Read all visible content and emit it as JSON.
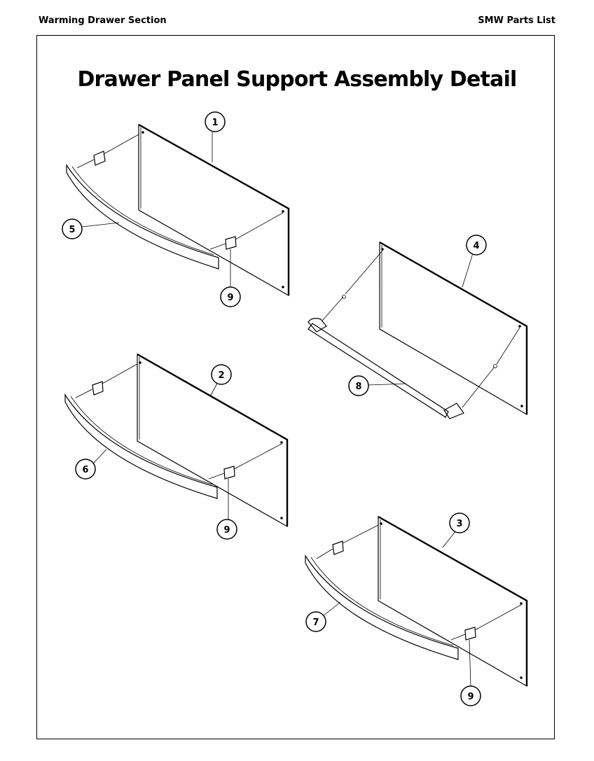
{
  "header": {
    "left_label": "Warming Drawer Section",
    "right_label": "SMW Parts List"
  },
  "title": "Drawer Panel Support Assembly Detail",
  "callouts": {
    "c1": "1",
    "c2": "2",
    "c3": "3",
    "c4": "4",
    "c5": "5",
    "c6": "6",
    "c7": "7",
    "c8": "8",
    "c9a": "9",
    "c9b": "9",
    "c9c": "9"
  }
}
